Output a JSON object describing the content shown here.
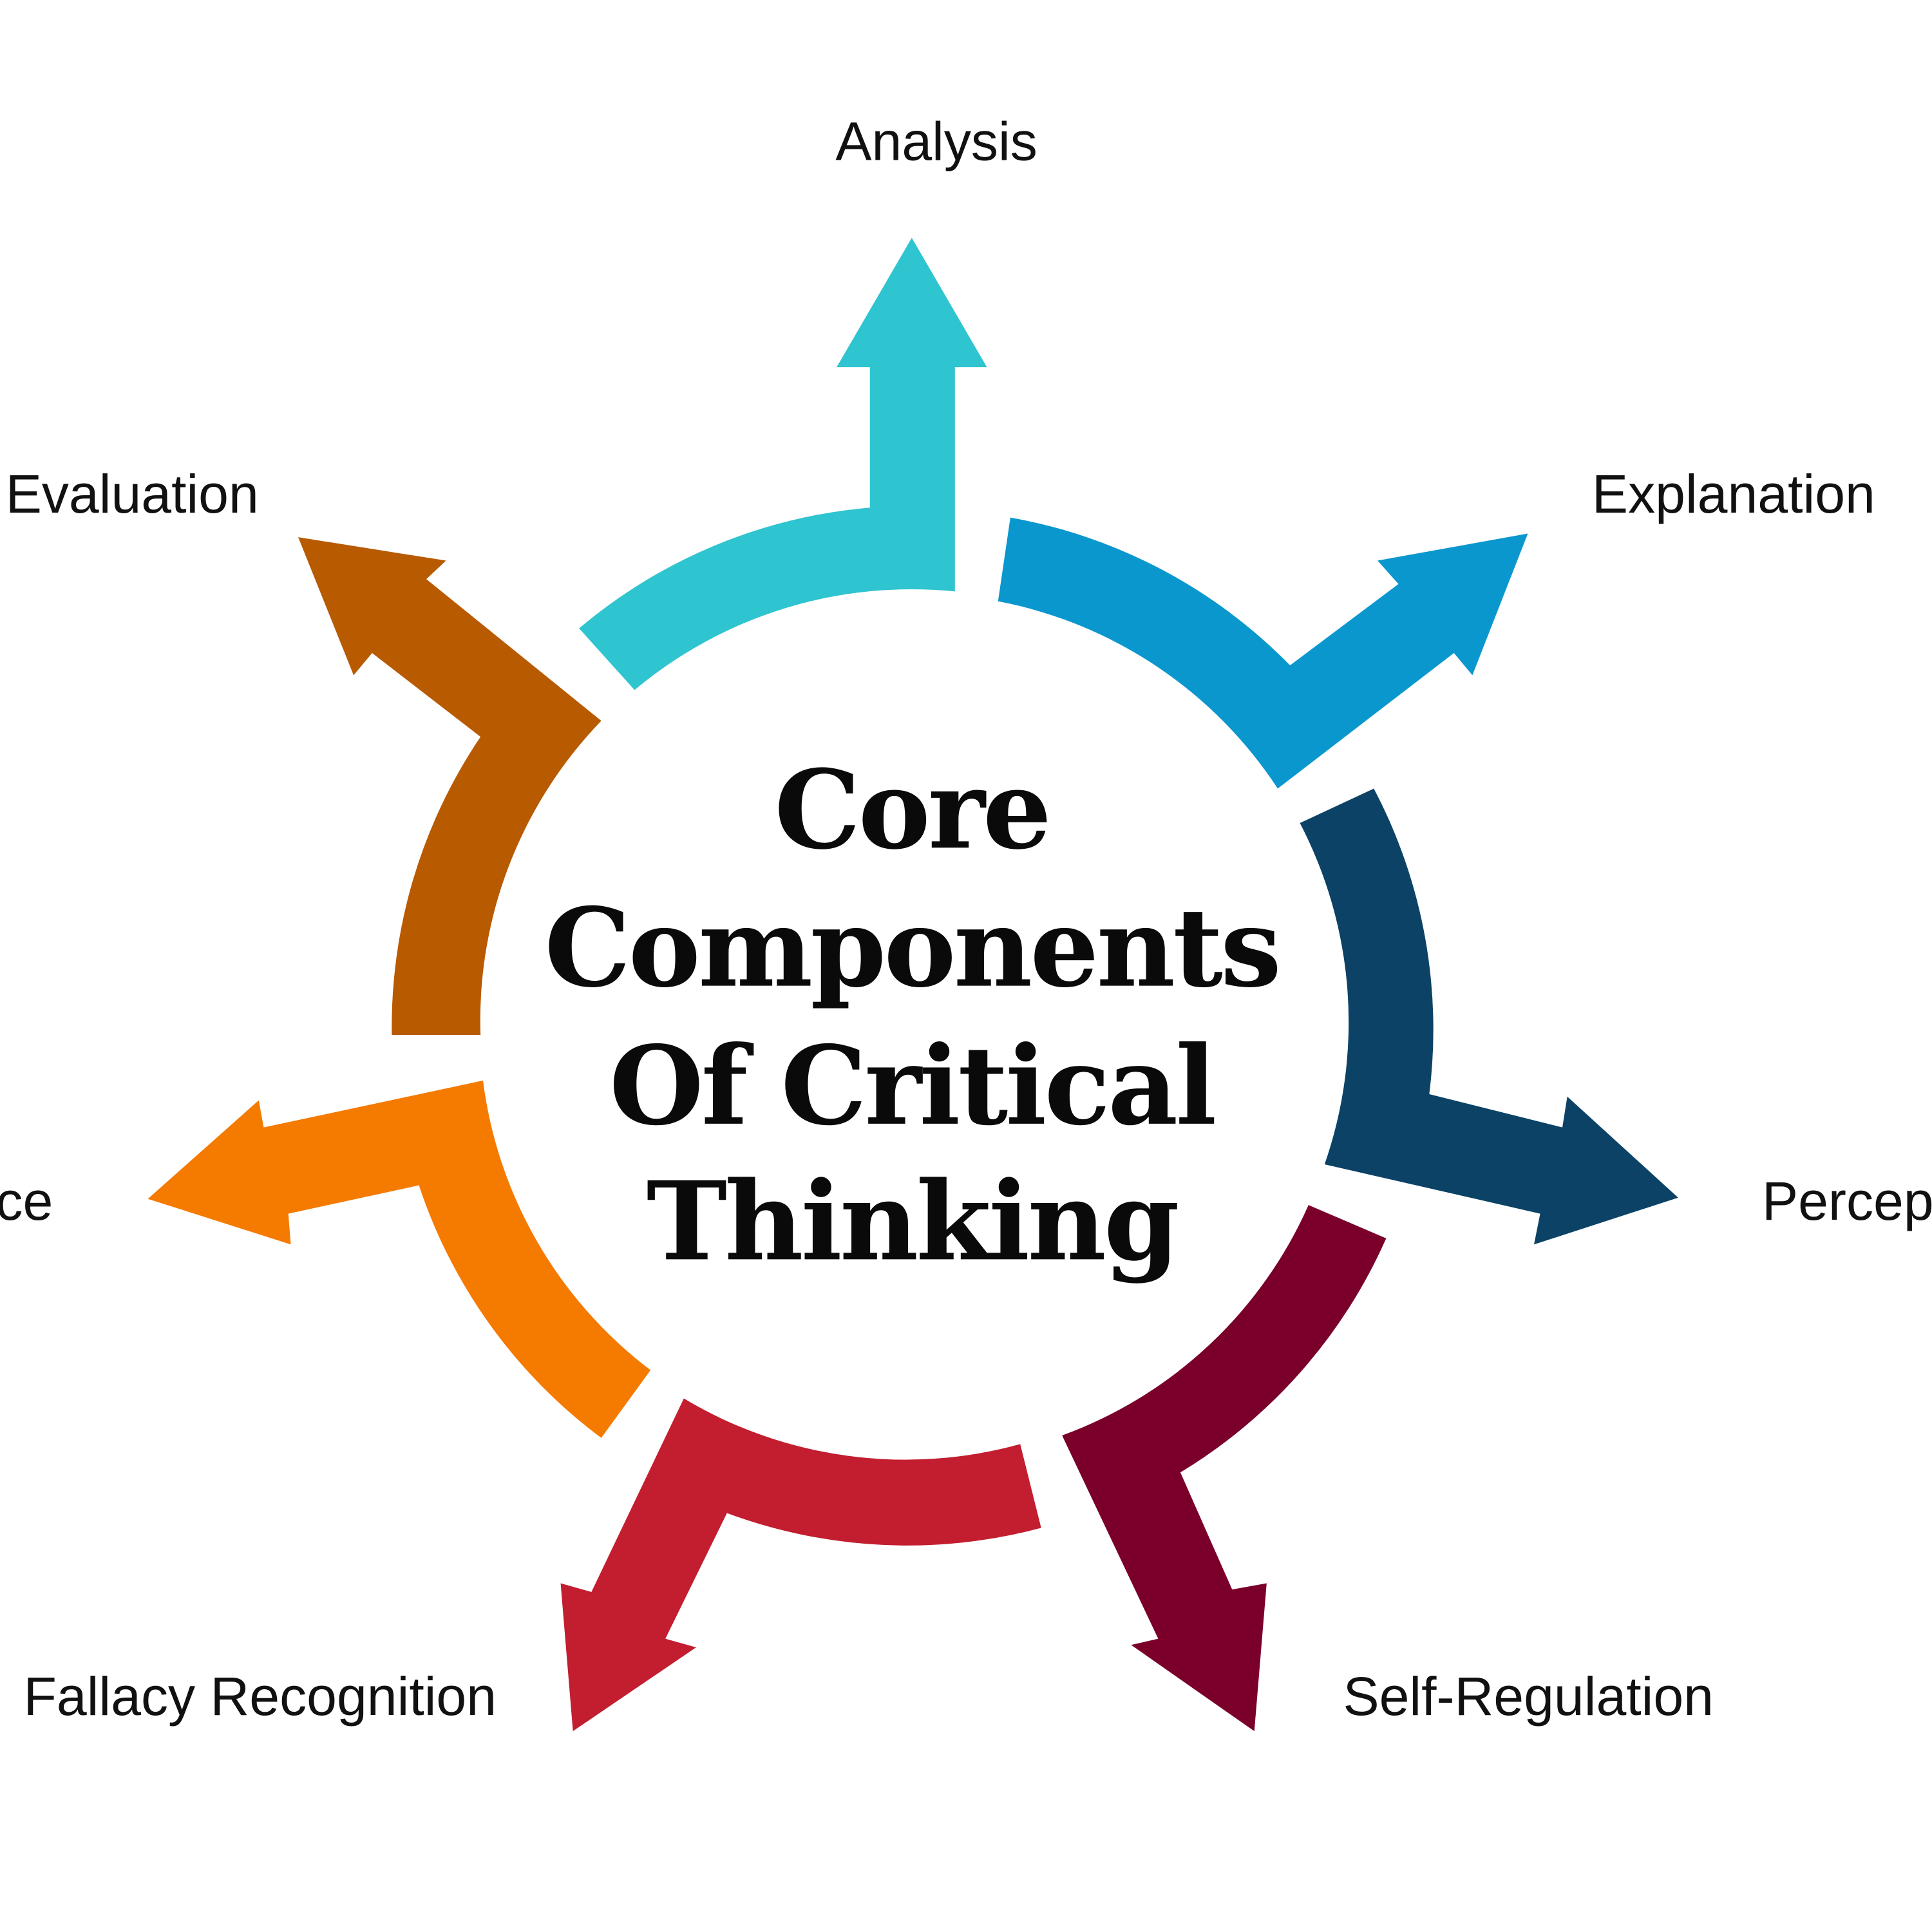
{
  "title_lines": [
    "Core",
    "Components",
    "Of Critical",
    "Thinking"
  ],
  "components": [
    {
      "label": "Analysis",
      "color": "#2EC4D0"
    },
    {
      "label": "Explanation",
      "color": "#0A97CE"
    },
    {
      "label": "Perception",
      "color": "#0B4266"
    },
    {
      "label": "Self-Regulation",
      "color": "#7A002B"
    },
    {
      "label": "Fallacy Recognition",
      "color": "#C21E30"
    },
    {
      "label": "Inference",
      "color": "#F57A00"
    },
    {
      "label": "Evaluation",
      "color": "#B85A00"
    }
  ]
}
